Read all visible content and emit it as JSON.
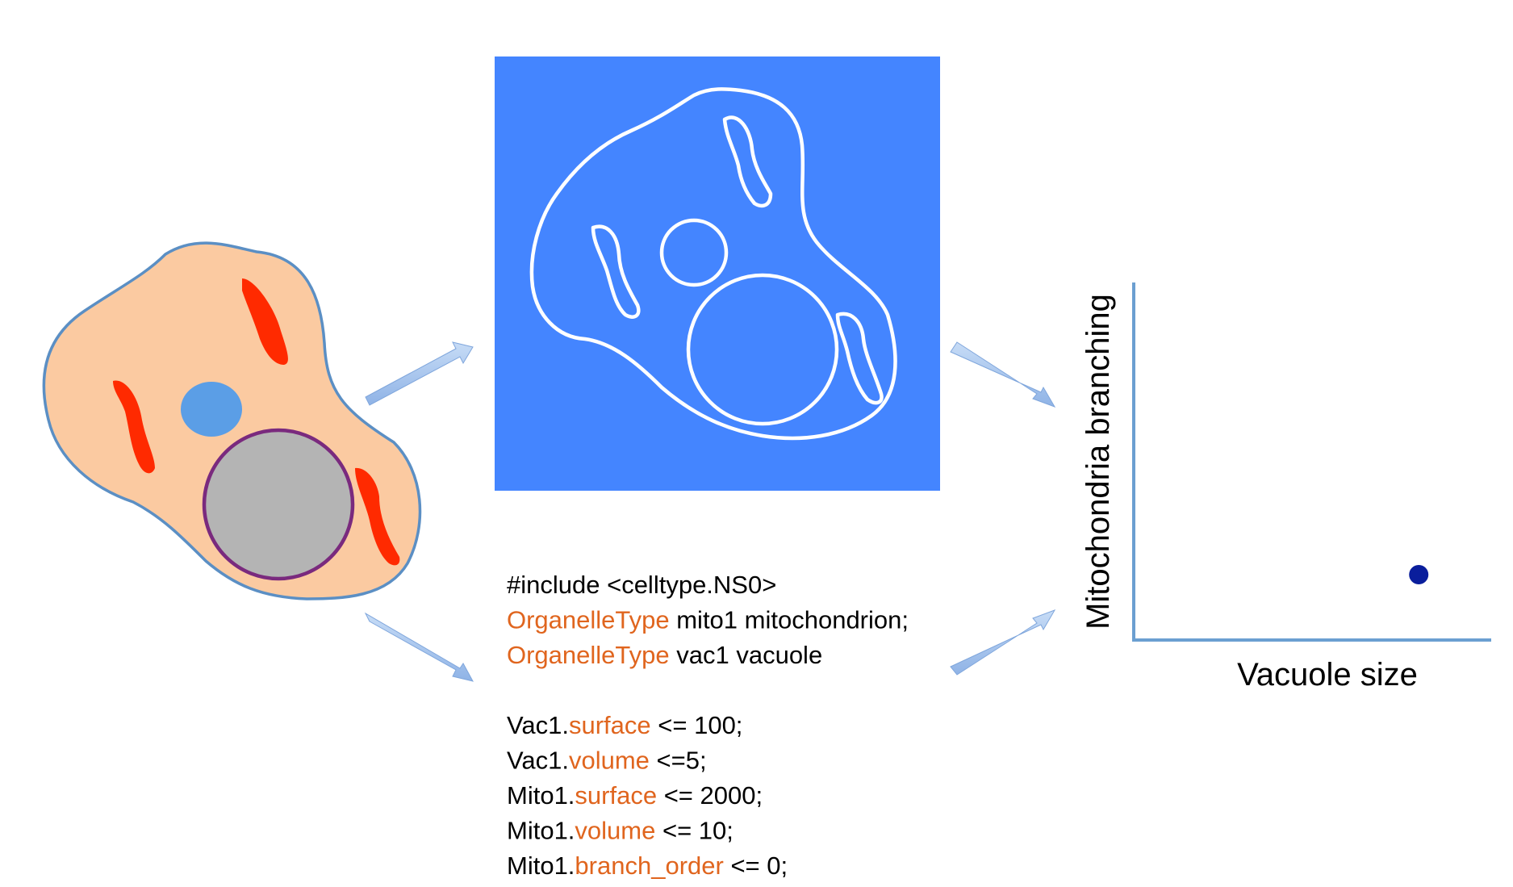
{
  "colors": {
    "keyword": "#e0651e",
    "plain_text": "#000000",
    "cell_fill": "#fbcaa1",
    "cell_outline": "#5b8fc4",
    "mito_fill": "#ff2a00",
    "small_vacuole_fill": "#5b9ee6",
    "large_vacuole_fill": "#b4b4b4",
    "large_vacuole_outline": "#7a2a7e",
    "panel_bg": "#4485ff",
    "arrow_fill": "#a8c6ee",
    "axis_color": "#6b9fd1",
    "point_color": "#0a1e9c"
  },
  "icons": {
    "cell": "cell-illustration-icon",
    "segmented": "segmented-cell-outline-icon",
    "arrow": "arrow-right-icon",
    "point": "data-point-icon"
  },
  "code": {
    "lines": [
      [
        {
          "text": "#include <celltype.NS0>",
          "kw": false
        }
      ],
      [
        {
          "text": "OrganelleType",
          "kw": true
        },
        {
          "text": " mito1 mitochondrion;",
          "kw": false
        }
      ],
      [
        {
          "text": "OrganelleType",
          "kw": true
        },
        {
          "text": " vac1 vacuole",
          "kw": false
        }
      ],
      [],
      [
        {
          "text": "Vac1.",
          "kw": false
        },
        {
          "text": "surface",
          "kw": true
        },
        {
          "text": " <= 100;",
          "kw": false
        }
      ],
      [
        {
          "text": "Vac1.",
          "kw": false
        },
        {
          "text": "volume",
          "kw": true
        },
        {
          "text": " <=5;",
          "kw": false
        }
      ],
      [
        {
          "text": "Mito1.",
          "kw": false
        },
        {
          "text": "surface",
          "kw": true
        },
        {
          "text": " <= 2000;",
          "kw": false
        }
      ],
      [
        {
          "text": "Mito1.",
          "kw": false
        },
        {
          "text": "volume",
          "kw": true
        },
        {
          "text": " <= 10;",
          "kw": false
        }
      ],
      [
        {
          "text": "Mito1.",
          "kw": false
        },
        {
          "text": "branch_order",
          "kw": true
        },
        {
          "text": " <= 0;",
          "kw": false
        }
      ]
    ]
  },
  "chart_data": {
    "type": "scatter",
    "xlabel": "Vacuole size",
    "ylabel": "Mitochondria branching",
    "x_ticks_shown": false,
    "y_ticks_shown": false,
    "grid": false,
    "points": [
      {
        "x": 0.8,
        "y": 0.18
      }
    ]
  }
}
